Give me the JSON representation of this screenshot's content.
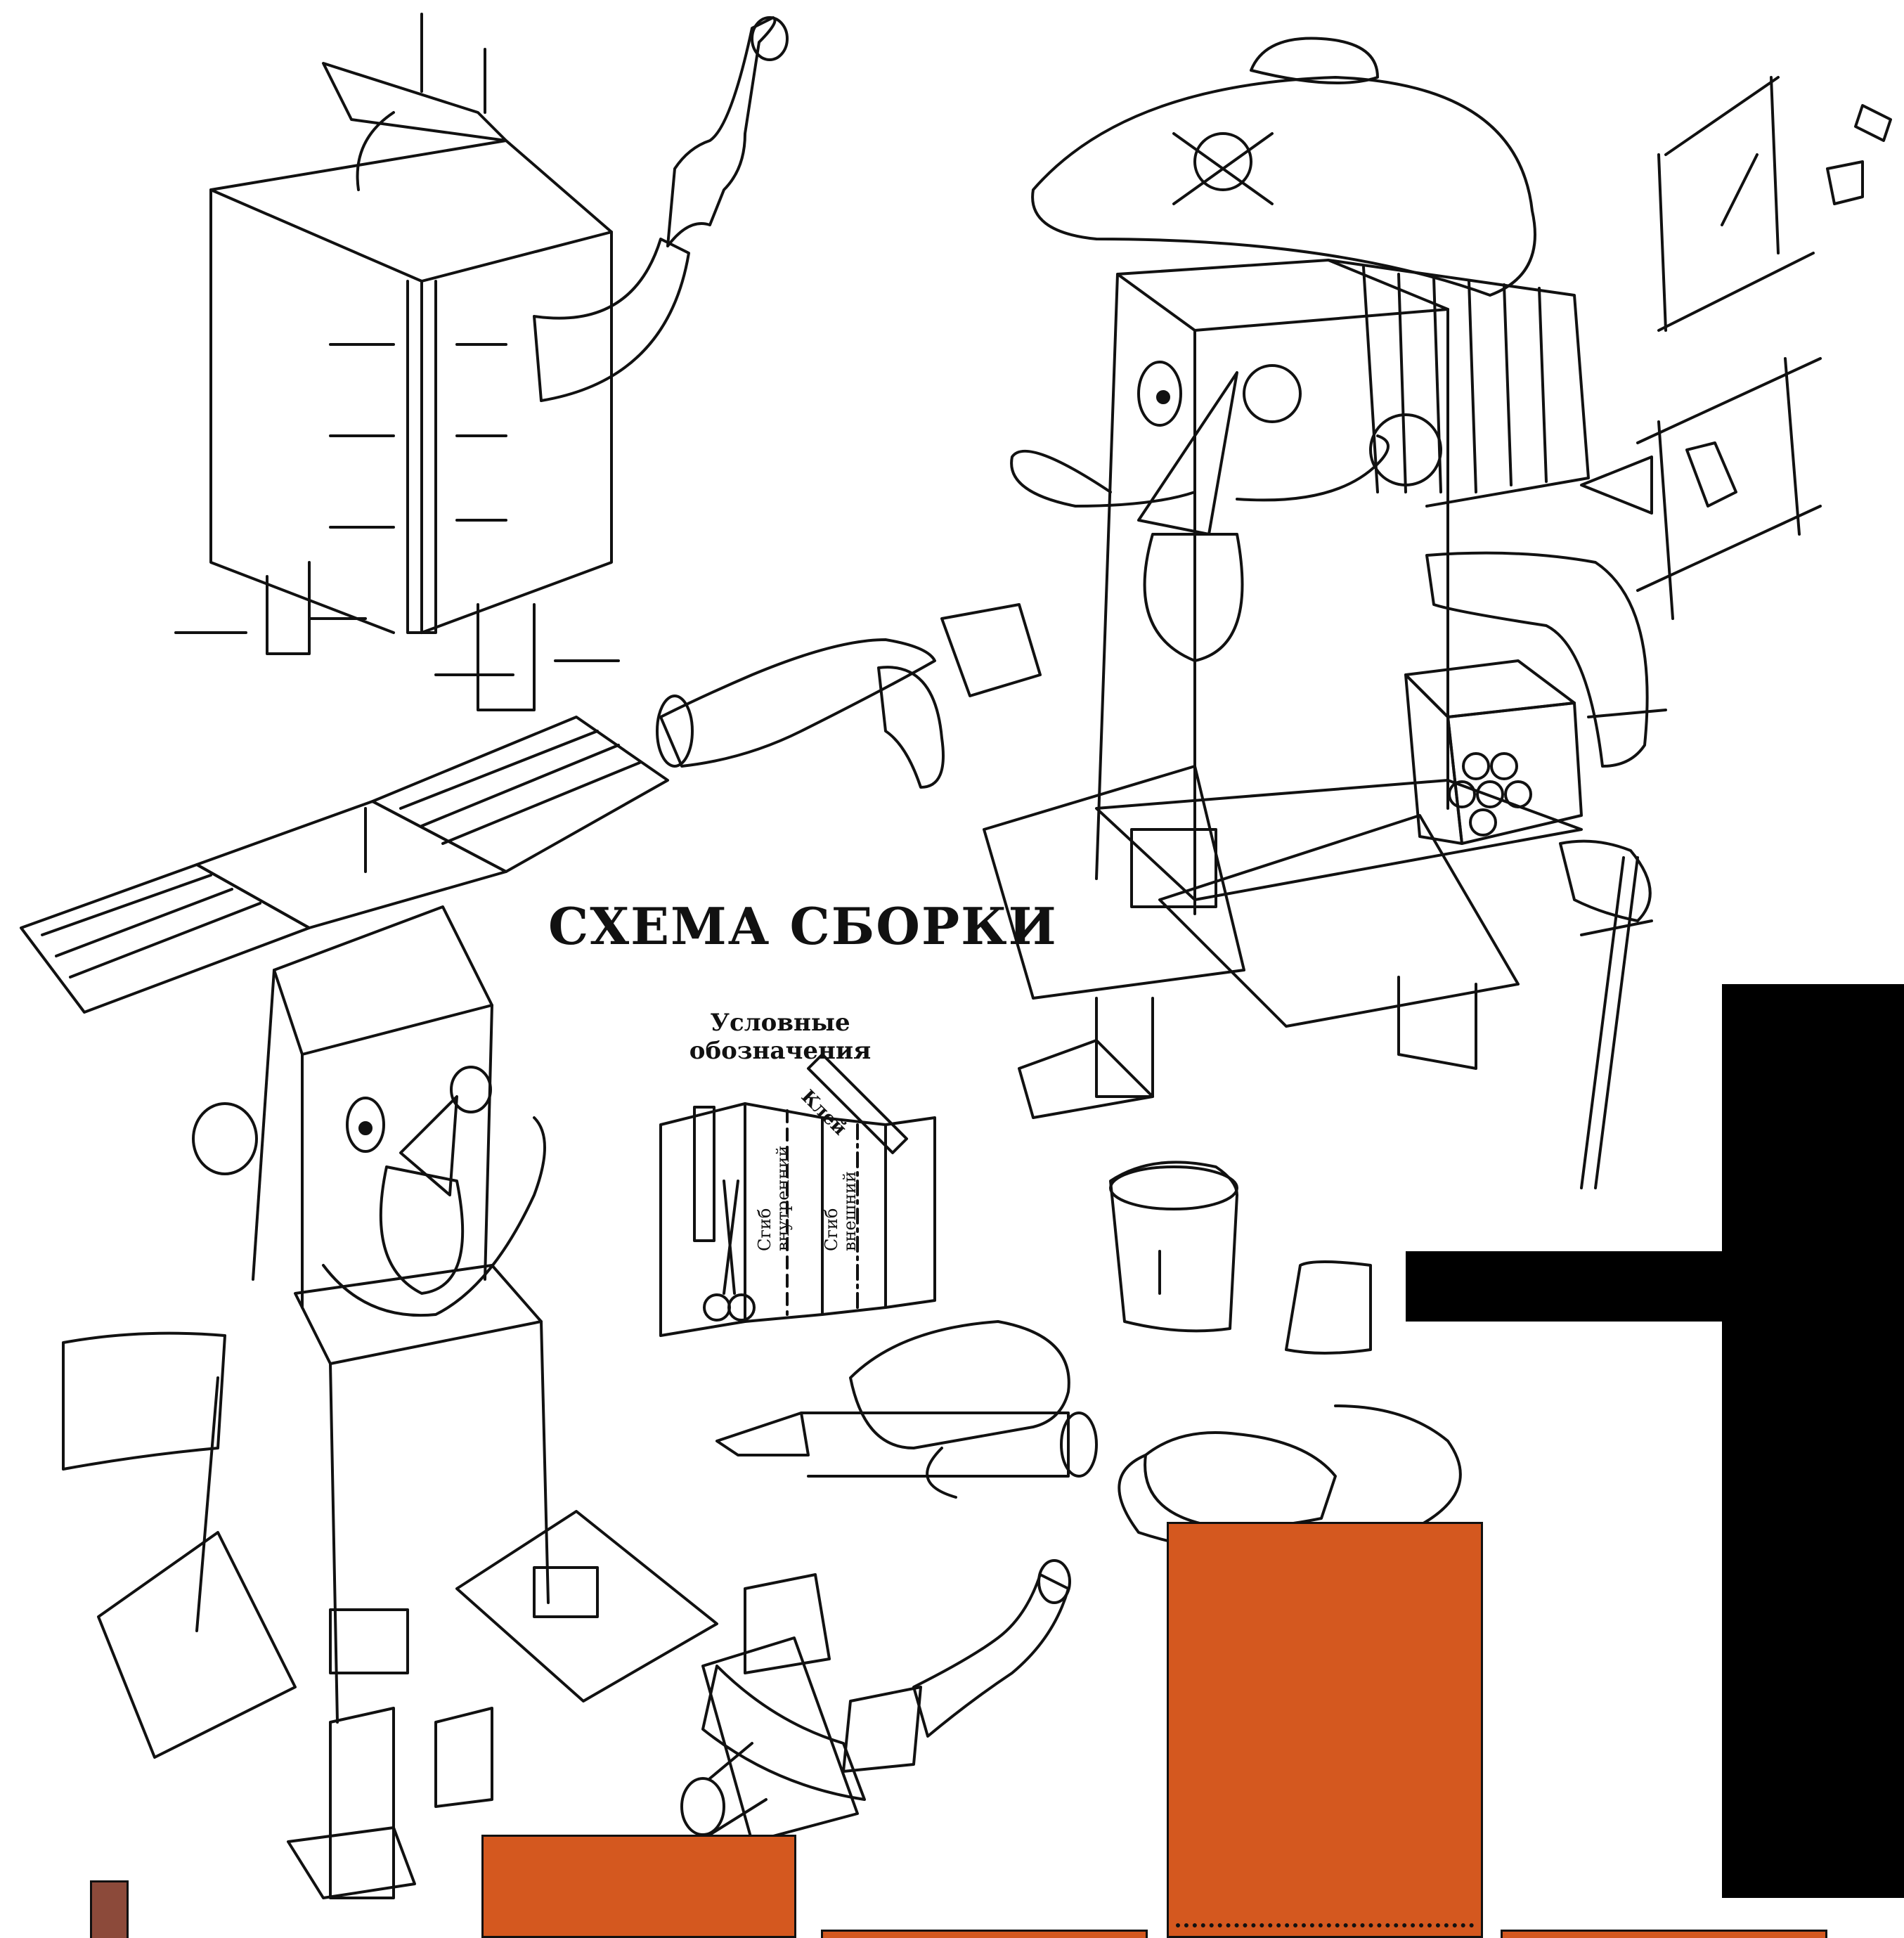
{
  "sheet": {
    "title": "СХЕМА СБОРКИ",
    "legend": {
      "heading_line1": "Условные",
      "heading_line2": "обозначения",
      "glue_label": "Клей",
      "fold_inner": [
        "Сгиб",
        "внутренний"
      ],
      "fold_outer": [
        "Сгиб",
        "внешний"
      ]
    }
  },
  "colors": {
    "line": "#111111",
    "cutout_orange": "#d4581f",
    "cutout_black": "#000000",
    "cutout_brown": "#8c4a3a",
    "paper": "#ffffff"
  },
  "illustrations": [
    "pirate-body-assembly",
    "pirate-captain-assembled",
    "pirate-sailor-assembled",
    "hat-assembly",
    "sleeve-rolling-on-pencil",
    "pistol-assembly",
    "flap-gluing-details"
  ]
}
